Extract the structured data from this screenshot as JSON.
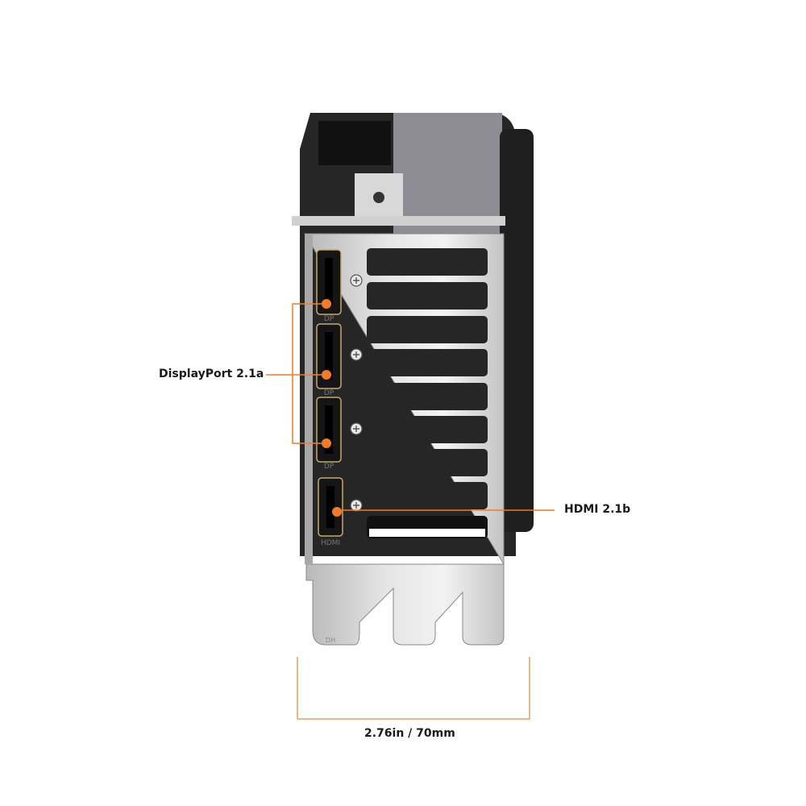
{
  "callouts": {
    "displayport": "DisplayPort 2.1a",
    "hdmi": "HDMI 2.1b",
    "dimension": "2.76in / 70mm"
  },
  "port_markings": {
    "dp": "DP",
    "hdmi": "HDMI",
    "dh": "DH"
  },
  "colors": {
    "accent_orange": "#f07c28",
    "bracket_silver": "#c8c8c8",
    "housing_dark": "#2a2a2a",
    "shroud_grey": "#8e8c94"
  }
}
